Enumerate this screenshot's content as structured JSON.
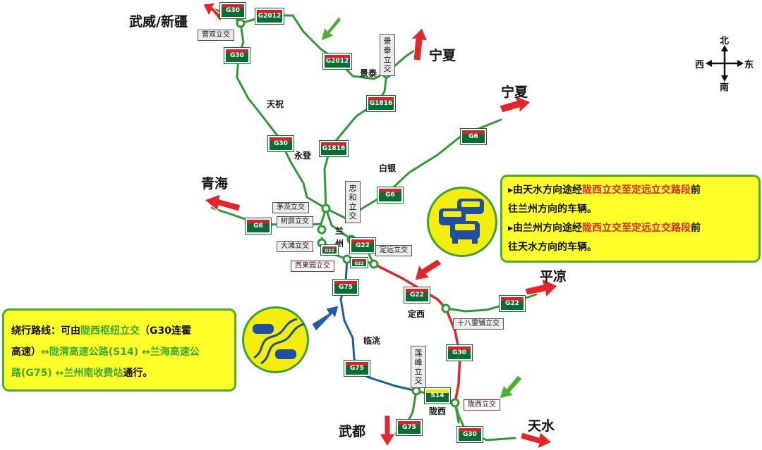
{
  "colors": {
    "road_green": "#2f9a34",
    "road_red": "#e0262a",
    "road_blue": "#1b5fa0",
    "shield_green": "#0a6e32",
    "shield_cap_red": "#d6232a",
    "box_yellow": "#ffff2a",
    "box_border": "#4caf2a",
    "arrow_red": "#e3262a",
    "arrow_green": "#4bb02f",
    "arrow_blue": "#1f5ea8"
  },
  "destinations": {
    "wuwei_xinjiang": "武威/新疆",
    "ningxia_1": "宁夏",
    "ningxia_2": "宁夏",
    "qinghai": "青海",
    "pingliang": "平凉",
    "wudu": "武都",
    "tianshui": "天水"
  },
  "compass": {
    "north": "北",
    "south": "南",
    "west": "西",
    "east": "东"
  },
  "places": {
    "jingtai": "景泰",
    "tianzhu": "天祝",
    "yongdeng": "永登",
    "baiyin": "白银",
    "lan": "兰",
    "zhou": "州",
    "dingxi": "定西",
    "lintao": "临洮",
    "longxi": "陇西"
  },
  "interchanges": {
    "yingshuang": "营双立交",
    "maoci": "茅茨立交",
    "shuping": "树屏立交",
    "datan": "大滩立交",
    "xiguoyuan": "西果园立交",
    "dingyuan": "定远立交",
    "shibalipu": "十八里铺立交",
    "longxi": "陇西立交",
    "jingtai_v": "景泰立交",
    "zhonghe_v": "忠和立交",
    "lianfeng_v": "莲峰立交"
  },
  "shields": {
    "g30_top": "G30",
    "g2012_top": "G2012",
    "g30_left": "G30",
    "g2012_mid": "G2012",
    "g1816_upper": "G1816",
    "g30_mid": "G30",
    "g1816_lower": "G1816",
    "g6_ne": "G6",
    "g6_baiyin": "G6",
    "g6_west": "G6",
    "g22_center": "G22",
    "g22_dingxi": "G22",
    "g22_east": "G22",
    "g75_north": "G75",
    "g75_mid": "G75",
    "g75_south": "G75",
    "g30_lower": "G30",
    "g30_bottom": "G30",
    "s14": "S14",
    "g22_small": "G22",
    "g22_small2": "G22"
  },
  "notice_right": {
    "line1_prefix": "▸由天水方向途经",
    "line1_highlight": "陇西立交至定远立交路段",
    "line1_suffix": "前",
    "line2": "往兰州方向的车辆。",
    "line3_prefix": "▸由兰州方向途经",
    "line3_highlight": "陇西立交至定远立交路段",
    "line3_suffix": "前",
    "line4": "往天水方向的车辆。"
  },
  "notice_left": {
    "seg1": "绕行路线：可由",
    "seg2": "陇西枢纽立交",
    "seg3": "（G30连霍",
    "seg4": "高速）",
    "seg5": "↔陇渭高速公路(S14) ↔兰海高速公",
    "seg6": "路(G75) ↔兰州南收费站",
    "seg7": "通行。"
  },
  "icons": {
    "traffic_jam": "traffic-jam-cars-icon",
    "winding_road": "winding-road-cars-icon"
  }
}
